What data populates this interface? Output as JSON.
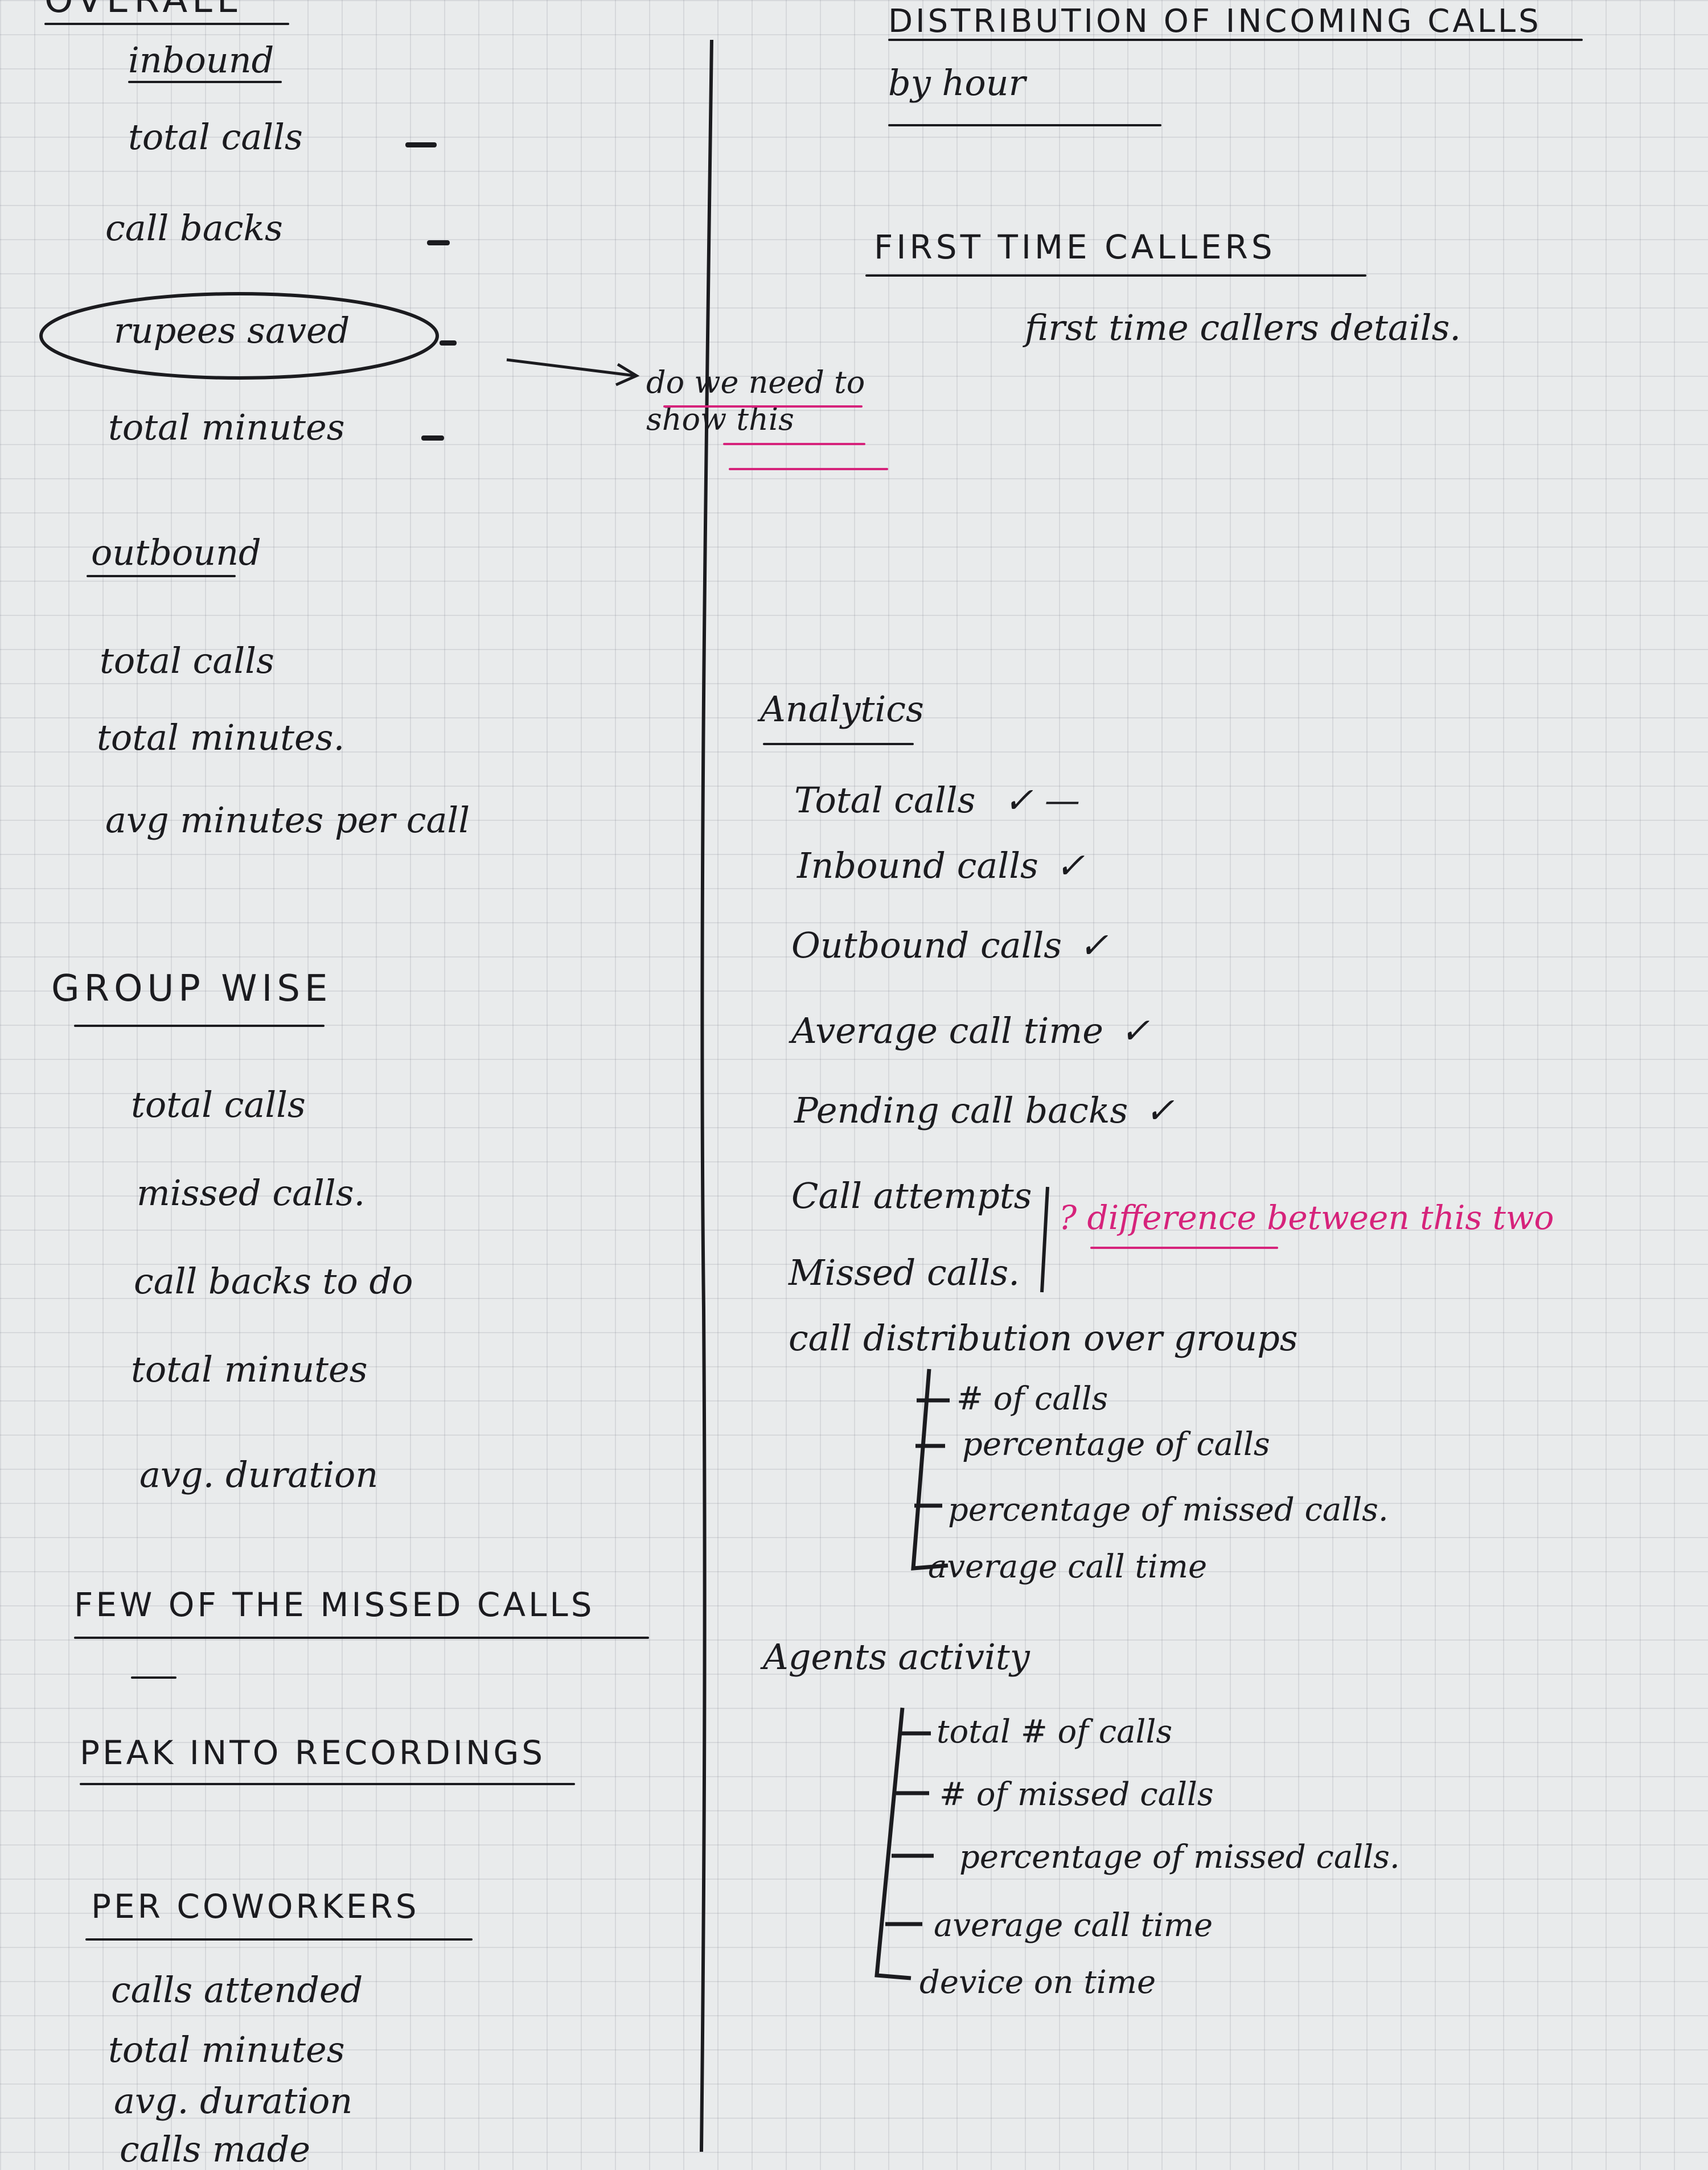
{
  "left": {
    "overall": {
      "heading": "OVERALL",
      "inbound": {
        "heading": "inbound",
        "items": [
          "total calls",
          "call backs",
          "rupees saved",
          "total minutes"
        ]
      },
      "outbound": {
        "heading": "outbound",
        "items": [
          "total calls",
          "total minutes.",
          "avg minutes per call"
        ]
      }
    },
    "group_wise": {
      "heading": "GROUP WISE",
      "items": [
        "total calls",
        "missed calls.",
        "call backs to do",
        "total minutes",
        "avg. duration"
      ]
    },
    "few_missed": {
      "heading": "FEW OF THE MISSED CALLS"
    },
    "peak_recordings": {
      "heading": "PEAK INTO RECORDINGS"
    },
    "per_coworkers": {
      "heading": "PER COWORKERS",
      "items": [
        "calls attended",
        "total minutes",
        "avg. duration",
        "calls made"
      ]
    }
  },
  "annotation": {
    "question": "do we need to show this"
  },
  "right": {
    "distribution": {
      "line1": "DISTRIBUTION OF INCOMING CALLS",
      "line2": "by hour"
    },
    "first_time": {
      "heading": "FIRST TIME CALLERS",
      "detail": "first time callers details."
    },
    "analytics": {
      "heading": "Analytics",
      "items": [
        {
          "label": "Total calls",
          "mark": "✓ —"
        },
        {
          "label": "Inbound calls",
          "mark": "✓"
        },
        {
          "label": "Outbound calls",
          "mark": "✓"
        },
        {
          "label": "Average call time",
          "mark": "✓"
        },
        {
          "label": "Pending call backs",
          "mark": "✓"
        },
        {
          "label": "Call attempts",
          "mark": ""
        },
        {
          "label": "Missed calls.",
          "mark": ""
        }
      ],
      "difference_note": "? difference between this two",
      "distribution": {
        "heading": "call distribution over groups",
        "items": [
          "# of calls",
          "percentage of calls",
          "percentage of missed calls.",
          "average call time"
        ]
      }
    },
    "agents": {
      "heading": "Agents activity",
      "items": [
        "total # of calls",
        "# of missed calls",
        "percentage of missed calls.",
        "average call time",
        "device on time"
      ]
    }
  }
}
